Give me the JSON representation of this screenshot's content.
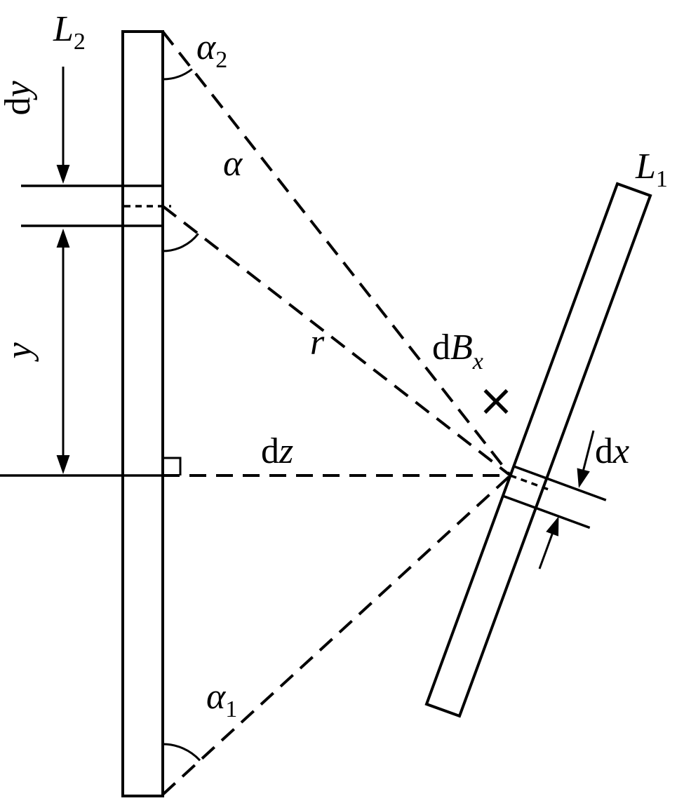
{
  "figure": {
    "type": "physics-geometry-diagram",
    "description": "Magnetic field element dBx at segment dx of wire L1 produced by current element dy of wire L2",
    "background_color": "#ffffff",
    "line_color": "#000000"
  },
  "labels": {
    "L2_base": "L",
    "L2_sub": "2",
    "L1_base": "L",
    "L1_sub": "1",
    "dy_d": "d",
    "dy_var": "y",
    "y_var": "y",
    "alpha2_base": "α",
    "alpha2_sub": "2",
    "alpha_base": "α",
    "alpha1_base": "α",
    "alpha1_sub": "1",
    "r_var": "r",
    "dz_d": "d",
    "dz_var": "z",
    "dB_d": "d",
    "dB_var": "B",
    "dB_sub": "x",
    "cross": "×",
    "dx_d": "d",
    "dx_var": "x"
  },
  "icons": {
    "into_page_marker": "cross-into-page-icon",
    "right_angle_marker": "right-angle-icon"
  }
}
